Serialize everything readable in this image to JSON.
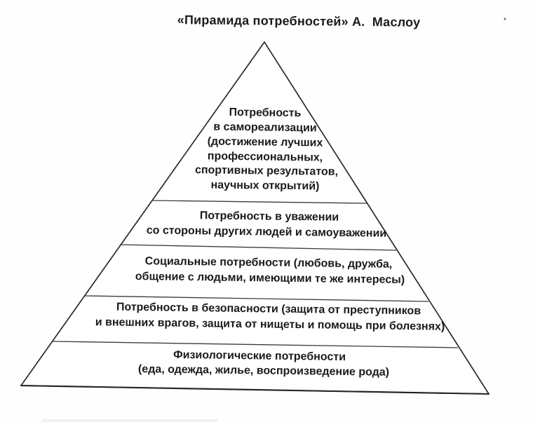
{
  "title": "«Пирамида потребностей» А.  Маслоу",
  "pyramid": {
    "levels": [
      {
        "name": "self-actualization",
        "lines": [
          "Потребность",
          "в самореализации",
          "(достижение лучших",
          "профессиональных,",
          "спортивных результатов,",
          "научных открытий)"
        ]
      },
      {
        "name": "esteem",
        "lines": [
          "Потребность в уважении",
          "со стороны других людей и самоуважении"
        ]
      },
      {
        "name": "social",
        "lines": [
          "Социальные потребности (любовь, дружба,",
          "общение с людьми, имеющими те же интересы)"
        ]
      },
      {
        "name": "safety",
        "lines": [
          "Потребность в безопасности (защита от преступников",
          "и внешних врагов, защита от нищеты и помощь при болезнях)"
        ]
      },
      {
        "name": "physiological",
        "lines": [
          "Физиологические потребности",
          "(еда, одежда, жилье, воспроизведение рода)"
        ]
      }
    ]
  },
  "colors": {
    "ink": "#1b1b1b",
    "outline": "#2a2a2a",
    "paper": "#fefefe"
  }
}
